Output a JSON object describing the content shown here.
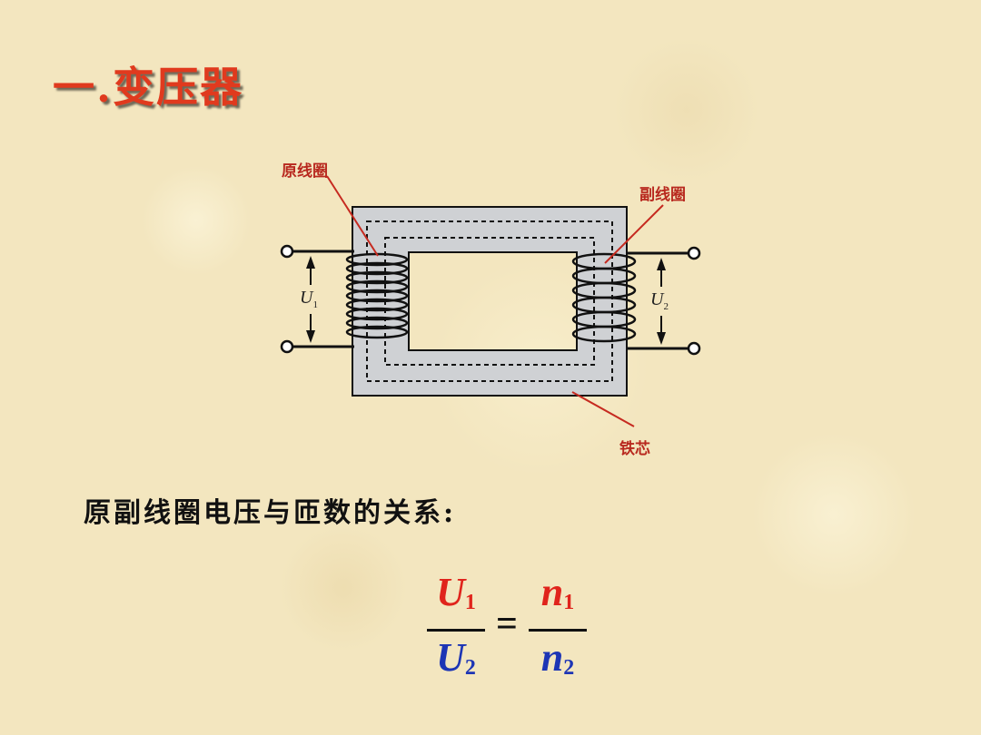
{
  "slide": {
    "title": "一.变压器",
    "subtitle": "原副线圈电压与匝数的关系:"
  },
  "diagram": {
    "label_primary_coil": "原线圈",
    "label_secondary_coil": "副线圈",
    "label_core": "铁芯",
    "u1_letter": "U",
    "u1_sub": "1",
    "u2_letter": "U",
    "u2_sub": "2"
  },
  "formula": {
    "lhs_num": "U",
    "lhs_num_sub": "1",
    "lhs_den": "U",
    "lhs_den_sub": "2",
    "equals": "=",
    "rhs_num": "n",
    "rhs_num_sub": "1",
    "rhs_den": "n",
    "rhs_den_sub": "2"
  },
  "colors": {
    "title": "#e03a1e",
    "label": "#b8281e",
    "numerator": "#e0241c",
    "denominator": "#1d35b5"
  }
}
